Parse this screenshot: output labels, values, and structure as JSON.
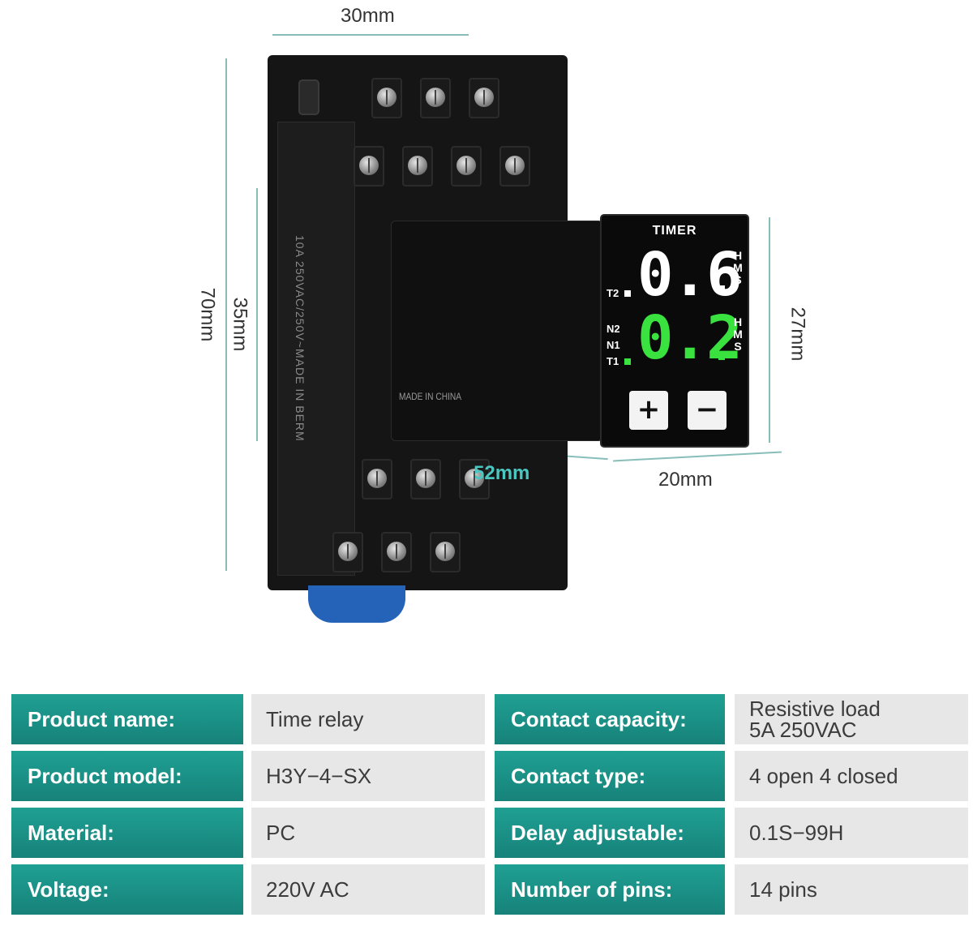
{
  "figure": {
    "dimensions": {
      "top_width": "30mm",
      "total_height": "70mm",
      "body_height": "35mm",
      "face_height": "27mm",
      "depth": "20mm",
      "module_length": "52mm"
    },
    "base_markings": [
      "10A 250VAC/250V~",
      "MADE IN BERM"
    ],
    "module_marking": "MADE IN CHINA",
    "timer_face": {
      "title": "TIMER",
      "top_reading": "0.6",
      "bottom_reading": "0.2",
      "units_top": [
        "H",
        "M",
        "S"
      ],
      "units_bottom": [
        "H",
        "M",
        "S"
      ],
      "label_t2": "T2",
      "label_n2": "N2",
      "label_n1": "N1",
      "label_t1": "T1",
      "plus_button": "+",
      "minus_button": "−",
      "top_digit_color": "#ffffff",
      "bottom_digit_color": "#39e23f"
    }
  },
  "spec_table": {
    "rows": [
      {
        "label1": "Product name:",
        "value1": "Time relay",
        "label2": "Contact capacity:",
        "value2": "Resistive load\n5A 250VAC"
      },
      {
        "label1": "Product model:",
        "value1": "H3Y−4−SX",
        "label2": "Contact type:",
        "value2": "4 open 4 closed"
      },
      {
        "label1": "Material:",
        "value1": "PC",
        "label2": "Delay adjustable:",
        "value2": "0.1S−99H"
      },
      {
        "label1": "Voltage:",
        "value1": "220V AC",
        "label2": "Number of pins:",
        "value2": "14 pins"
      }
    ],
    "header_color": "#1a9488",
    "value_bg_color": "#e7e7e7"
  }
}
